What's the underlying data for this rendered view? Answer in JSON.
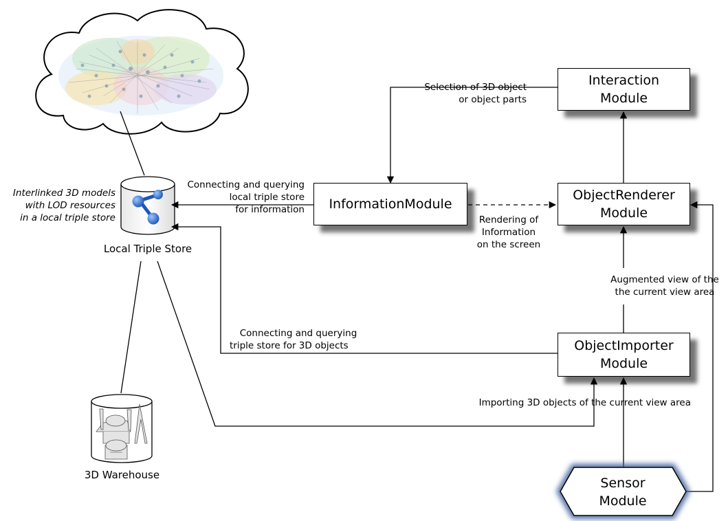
{
  "modules": {
    "interaction": [
      "Interaction",
      "Module"
    ],
    "renderer": [
      "ObjectRenderer",
      "Module"
    ],
    "information": "InformationModule",
    "importer": [
      "ObjectImporter",
      "Module"
    ],
    "sensor": [
      "Sensor",
      "Module"
    ]
  },
  "stores": {
    "local": "Local Triple Store",
    "warehouse": "3D Warehouse"
  },
  "annotations": {
    "interlinked": [
      "Interlinked 3D models",
      "with LOD resources",
      "in a local triple store"
    ],
    "selection": [
      "Selection of 3D object",
      "or object parts"
    ],
    "connecting_info": [
      "Connecting and querying",
      "local triple store",
      "for information"
    ],
    "rendering": [
      "Rendering of",
      "Information",
      "on the screen"
    ],
    "augmented": [
      "Augmented view of the",
      "the current view area"
    ],
    "connecting_3d": [
      "Connecting and querying",
      "triple store for 3D objects"
    ],
    "importing": "Importing 3D objects of the current view area"
  },
  "colors": {
    "line": "#000000",
    "shadow": "#5a5a5a",
    "sensor_glow": "#3d5f9a",
    "triple_store_icon": "#2f6fd6"
  },
  "icons": {
    "cloud": "lod-cloud-icon",
    "triple_store": "triple-store-network-icon",
    "warehouse": "3d-buildings-icon"
  }
}
